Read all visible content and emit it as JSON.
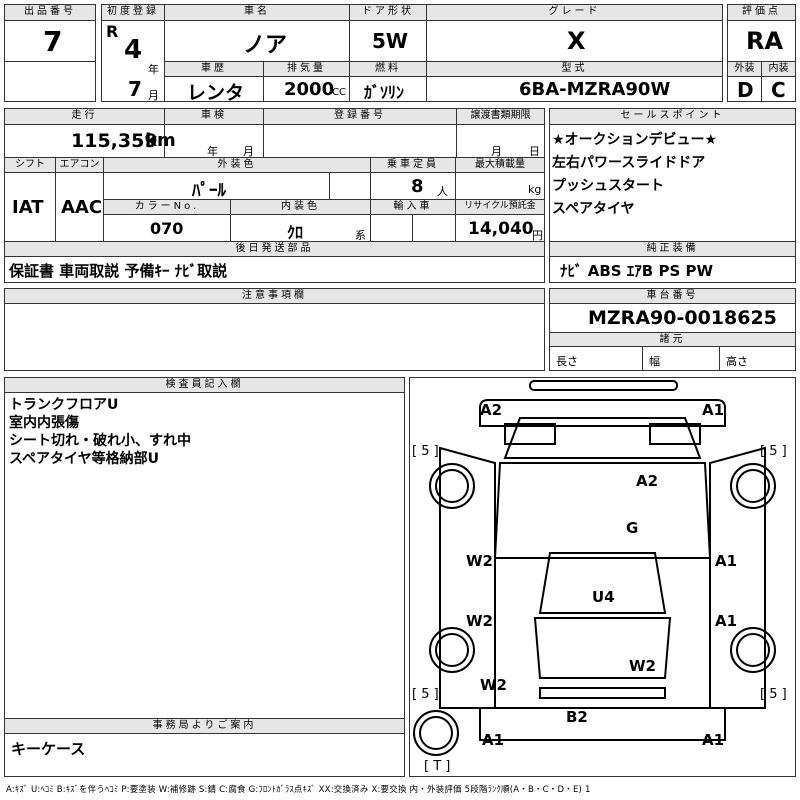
{
  "labels": {
    "lot": "出品番号",
    "first_reg": "初度登録",
    "car_name": "車名",
    "door": "ドア形状",
    "grade": "グレード",
    "score": "評価点",
    "history": "車歴",
    "displacement": "排気量",
    "fuel": "燃料",
    "model": "型式",
    "exterior": "外装",
    "interior": "内装",
    "mileage": "走行",
    "inspection": "車検",
    "reg_no": "登録番号",
    "transfer_deadline": "譲渡書類期限",
    "sales_point": "セールスポイント",
    "shift": "シフト",
    "aircon": "エアコン",
    "ext_color": "外装色",
    "capacity": "乗車定員",
    "max_load": "最大積載量",
    "color_no": "カラーNo.",
    "int_color": "内装色",
    "import": "輸入車",
    "recycle": "リサイクル預託金",
    "post_parts": "後日発送部品",
    "equipment": "純正装備",
    "notes": "注意事項欄",
    "chassis": "車台番号",
    "dims": "諸元",
    "length": "長さ",
    "width": "幅",
    "height": "高さ",
    "inspector": "検査員記入欄",
    "office": "事務局よりご案内",
    "year_unit": "年",
    "month_unit": "月",
    "day_unit": "日",
    "km": "km",
    "cc": "CC",
    "persons": "人",
    "kg": "kg",
    "yen": "円",
    "kei": "系"
  },
  "vehicle": {
    "lot_no": "7",
    "era": "R",
    "reg_year": "4",
    "reg_month": "7",
    "name": "ノア",
    "door": "5W",
    "grade": "X",
    "score": "RA",
    "history": "レンタ",
    "displacement": "2000",
    "fuel": "ｶﾞｿﾘﾝ",
    "model": "6BA-MZRA90W",
    "ext_grade": "D",
    "int_grade": "C",
    "mileage": "115,359",
    "shift": "IAT",
    "aircon": "AAC",
    "ext_color": "ﾊﾟｰﾙ",
    "capacity": "8",
    "color_no": "070",
    "int_color": "ｸﾛ",
    "recycle": "14,040",
    "chassis_no": "MZRA90-0018625"
  },
  "sales_points": [
    "★オークションデビュー★",
    "左右パワースライドドア",
    "プッシュスタート",
    "スペアタイヤ"
  ],
  "post_parts": "保証書 車両取説 予備ｷｰ ﾅﾋﾞ取説",
  "equipment": "ﾅﾋﾞ ABS ｴｱB PS PW",
  "inspector_notes": [
    "トランクフロアU",
    "室内内張傷",
    "シート切れ・破れ小、すれ中",
    "スペアタイヤ等格納部U"
  ],
  "office_note": "キーケース",
  "diagram_marks": {
    "front_left": "A2",
    "front_right": "A1",
    "hood": "A2",
    "roof": "G",
    "left_front_door": "W2",
    "left_rear_door": "W2",
    "left_rear": "W2",
    "right_front_door": "A1",
    "right_rear_door": "A1",
    "interior": "U4",
    "rear_panel": "W2",
    "back": "B2",
    "rear_left": "A1",
    "rear_right": "A1",
    "tire_tl": "[ 5 ]",
    "tire_tr": "[ 5 ]",
    "tire_bl": "[ 5 ]",
    "tire_br": "[ 5 ]",
    "spare": "[ T ]"
  },
  "legend": "A:ｷｽﾞ U:ﾍｺﾐ B:ｷｽﾞを伴うﾍｺﾐ P:要塗装 W:補修跡 S:錆 C:腐食 G:ﾌﾛﾝﾄｶﾞﾗｽ点ｷｽﾞ XX:交換済み X:要交換 内・外装評価 5段階ﾗﾝｸ順(A・B・C・D・E) 1"
}
